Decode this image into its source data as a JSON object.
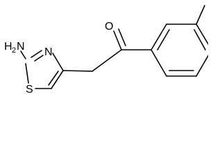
{
  "molecule": {
    "atoms": {
      "amine": {
        "symbol": "H",
        "subscript": "2",
        "element": "N"
      },
      "ring_nitrogen": "N",
      "sulfur": "S",
      "carbonyl_oxygen": "O"
    }
  },
  "colors": {
    "ink": "#000000",
    "background": "#ffffff"
  }
}
